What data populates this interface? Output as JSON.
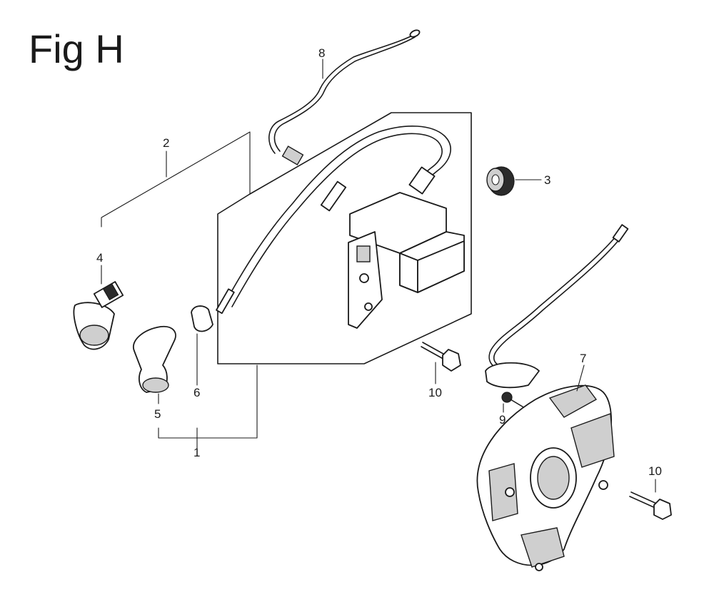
{
  "figure": {
    "title": "Fig H"
  },
  "callouts": {
    "c1": "1",
    "c2": "2",
    "c3": "3",
    "c4": "4",
    "c5": "5",
    "c6": "6",
    "c7": "7",
    "c8": "8",
    "c9": "9",
    "c10a": "10",
    "c10b": "10"
  }
}
